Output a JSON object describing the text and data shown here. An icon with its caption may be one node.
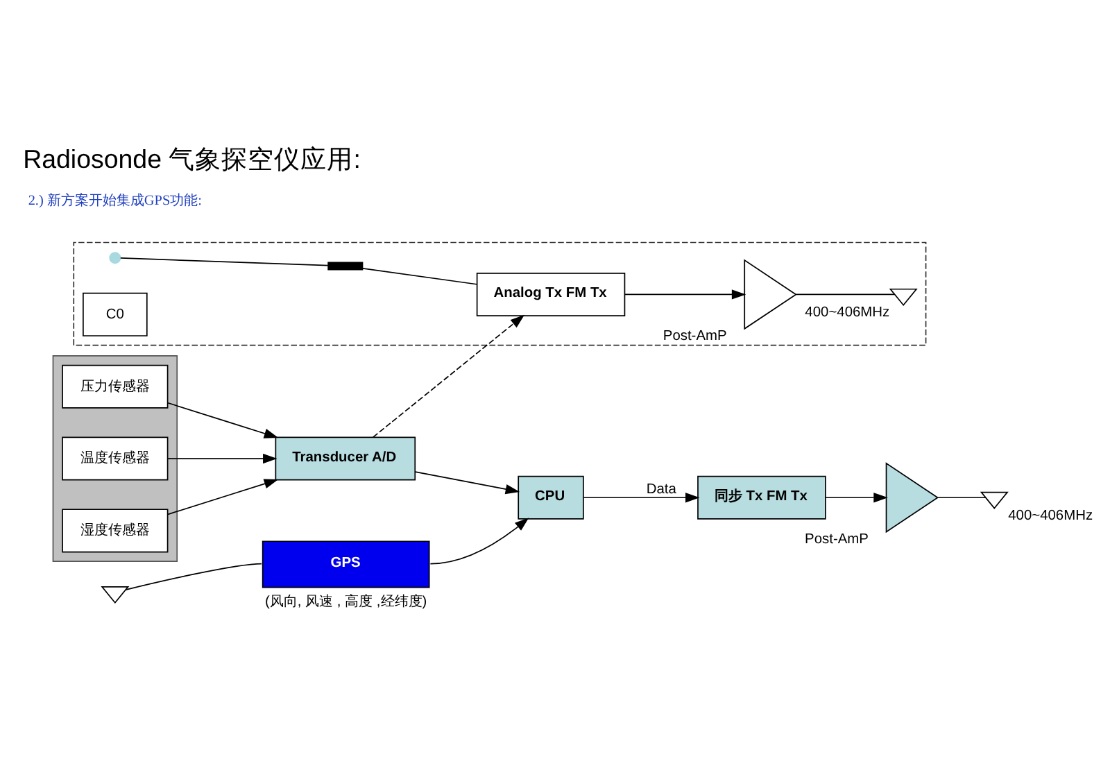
{
  "diagram": {
    "title": "Radiosonde 气象探空仪应用:",
    "nodes": [
      {
        "text": [],
        "shape": "box"
      },
      {
        "text": [
          "压力传感器"
        ],
        "in": 0
      },
      {
        "text": [
          "温度传感器"
        ],
        "in": 0
      },
      {
        "text": [
          "湿度传感器"
        ],
        "in": 0
      },
      {
        "text": [
          "Transducer A/D"
        ]
      },
      {
        "text": [],
        "shape": "box"
      },
      {
        "text": [],
        "shape": "circle",
        "in": 5
      },
      {
        "text": [],
        "shape": "capacitor",
        "in": 5
      },
      {
        "text": [
          "C0"
        ],
        "in": 5
      },
      {
        "text": [
          "Analog Tx FM Tx"
        ],
        "in": 5
      },
      {
        "text": [],
        "shape": "triangle",
        "in": 5,
        "beside": [
          "Post-AmP"
        ]
      },
      {
        "text": [],
        "shape": "antenna",
        "in": 5,
        "beside": [
          "400~406MHz"
        ]
      },
      {
        "text": [],
        "shape": "antenna"
      },
      {
        "text": [
          "GPS"
        ],
        "beside": [
          "(风向, 风速 , 高度 ,经纬度)"
        ]
      },
      {
        "text": [
          "CPU"
        ]
      },
      {
        "text": [
          "同步 Tx FM Tx"
        ]
      },
      {
        "text": [],
        "shape": "triangle",
        "beside": [
          "Post-AmP"
        ]
      },
      {
        "text": [],
        "shape": "antenna",
        "beside": [
          "400~406MHz"
        ]
      }
    ],
    "edges": [
      {
        "from": 1,
        "to": 4,
        "arrow": "to"
      },
      {
        "from": 2,
        "to": 4,
        "arrow": "to"
      },
      {
        "from": 3,
        "to": 4,
        "arrow": "to"
      },
      {
        "from": 4,
        "to": 9,
        "arrow": "to",
        "style": "dashed"
      },
      {
        "from": 6,
        "to": 7,
        "arrow": "none"
      },
      {
        "from": 7,
        "to": 9,
        "arrow": "none"
      },
      {
        "from": 9,
        "to": 10,
        "arrow": "to"
      },
      {
        "from": 10,
        "to": 11,
        "arrow": "none"
      },
      {
        "from": 4,
        "to": 14,
        "arrow": "to"
      },
      {
        "from": 12,
        "to": 13,
        "arrow": "none"
      },
      {
        "from": 13,
        "to": 14,
        "arrow": "to"
      },
      {
        "from": 14,
        "to": 15,
        "arrow": "to",
        "label": "Data"
      },
      {
        "from": 15,
        "to": 16,
        "arrow": "to"
      },
      {
        "from": 16,
        "to": 17,
        "arrow": "none"
      }
    ],
    "labels": [
      "2.) 新方案开始集成GPS功能:"
    ]
  }
}
